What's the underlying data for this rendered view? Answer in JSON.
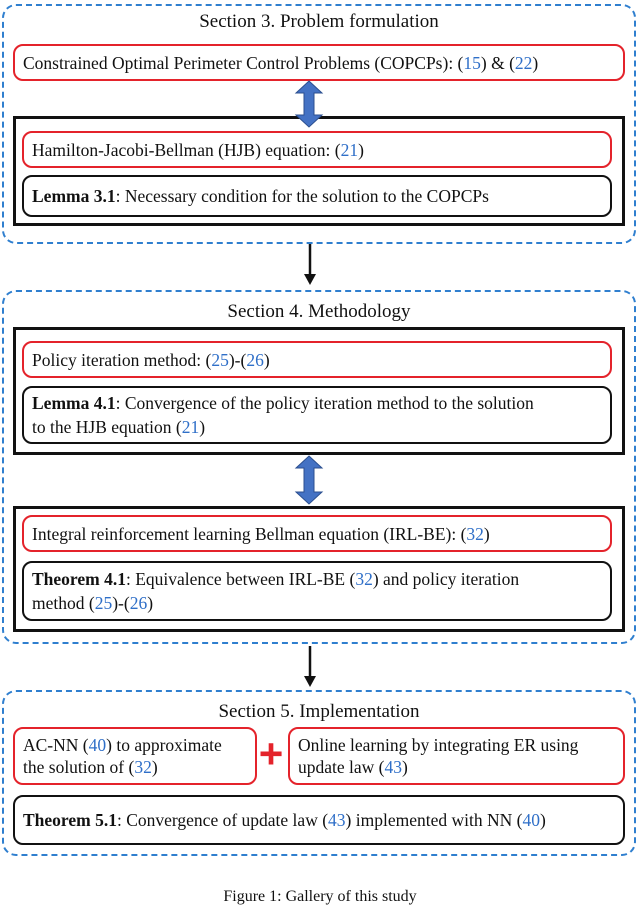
{
  "section3": {
    "title": "Section 3. Problem formulation",
    "copcp_pre": "Constrained Optimal Perimeter Control Problems (COPCPs): (",
    "copcp_ref1": "15",
    "copcp_mid": ") & (",
    "copcp_ref2": "22",
    "copcp_post": ")",
    "hjb_pre": "Hamilton-Jacobi-Bellman (HJB) equation: (",
    "hjb_ref": "21",
    "hjb_post": ")",
    "lemma_label": "Lemma 3.1",
    "lemma_text": ": Necessary condition for the solution to the COPCPs"
  },
  "section4": {
    "title": "Section 4. Methodology",
    "pi_pre": "Policy iteration method: (",
    "pi_ref1": "25",
    "pi_mid": ")-(",
    "pi_ref2": "26",
    "pi_post": ")",
    "lemma_label": "Lemma 4.1",
    "lemma_text_1": ": Convergence of the policy iteration method to the solution",
    "lemma_text_2": "to the HJB equation (",
    "lemma_ref": "21",
    "lemma_post": ")",
    "irl_pre": "Integral reinforcement learning Bellman equation (IRL-BE): (",
    "irl_ref": "32",
    "irl_post": ")",
    "theorem_label": "Theorem 4.1",
    "theorem_text_1": ": Equivalence between IRL-BE (",
    "theorem_ref1": "32",
    "theorem_text_2": ") and policy iteration",
    "theorem_text_3": "method (",
    "theorem_ref2": "25",
    "theorem_mid": ")-(",
    "theorem_ref3": "26",
    "theorem_post": ")"
  },
  "section5": {
    "title": "Section 5. Implementation",
    "acnn_pre": "AC-NN (",
    "acnn_ref": "40",
    "acnn_post": ") to approximate",
    "acnn_line2_pre": "the solution of (",
    "acnn_ref2": "32",
    "acnn_line2_post": ")",
    "plus": "+",
    "online_line1": "Online learning by integrating ER using",
    "online_line2_pre": "update law (",
    "online_ref": "43",
    "online_line2_post": ")",
    "theorem_label": "Theorem 5.1",
    "theorem_text": ": Convergence of update law (",
    "theorem_ref1": "43",
    "theorem_text_2": ") implemented with NN (",
    "theorem_ref2": "40",
    "theorem_post": ")"
  },
  "caption": "Figure 1: Gallery of this study",
  "colors": {
    "section_border": "#2f7fcf",
    "red_border": "#e4232b",
    "ref_blue": "#2f6fc8",
    "double_arrow": "#4472c4"
  }
}
